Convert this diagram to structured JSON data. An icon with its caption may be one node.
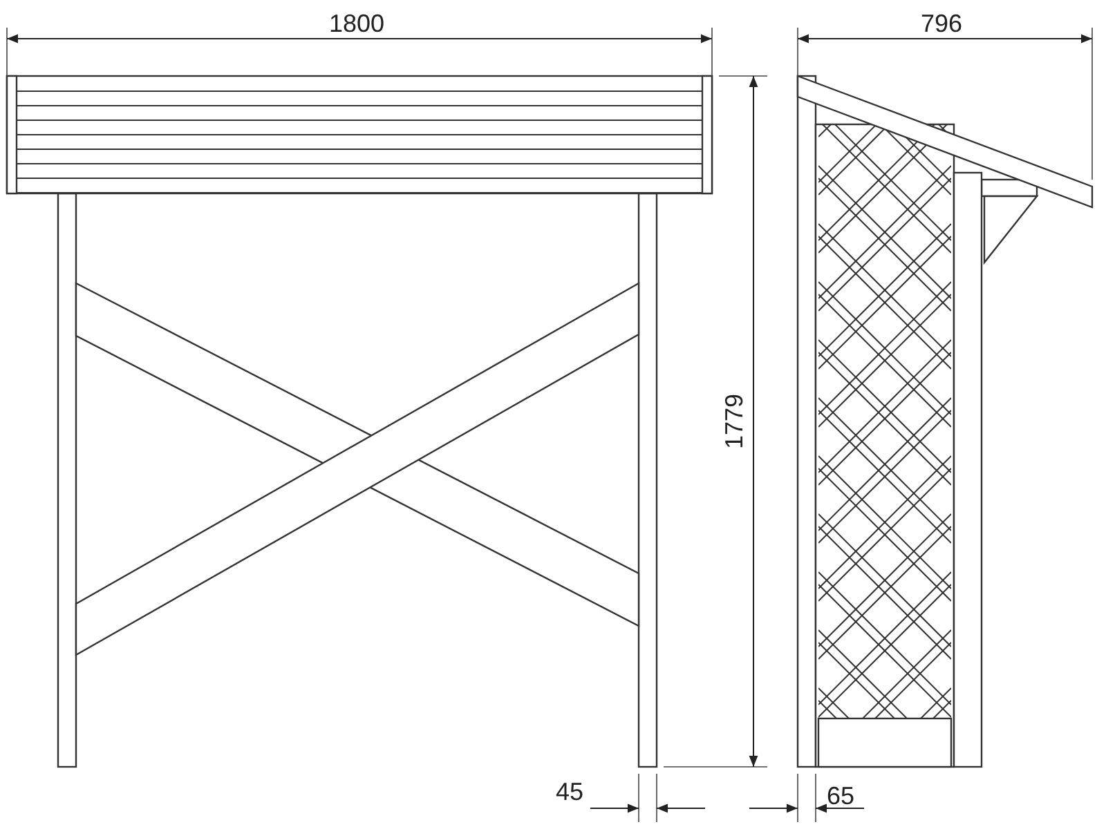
{
  "diagram": {
    "labels": [
      "1800",
      "796",
      "1779",
      "45",
      "65"
    ]
  }
}
